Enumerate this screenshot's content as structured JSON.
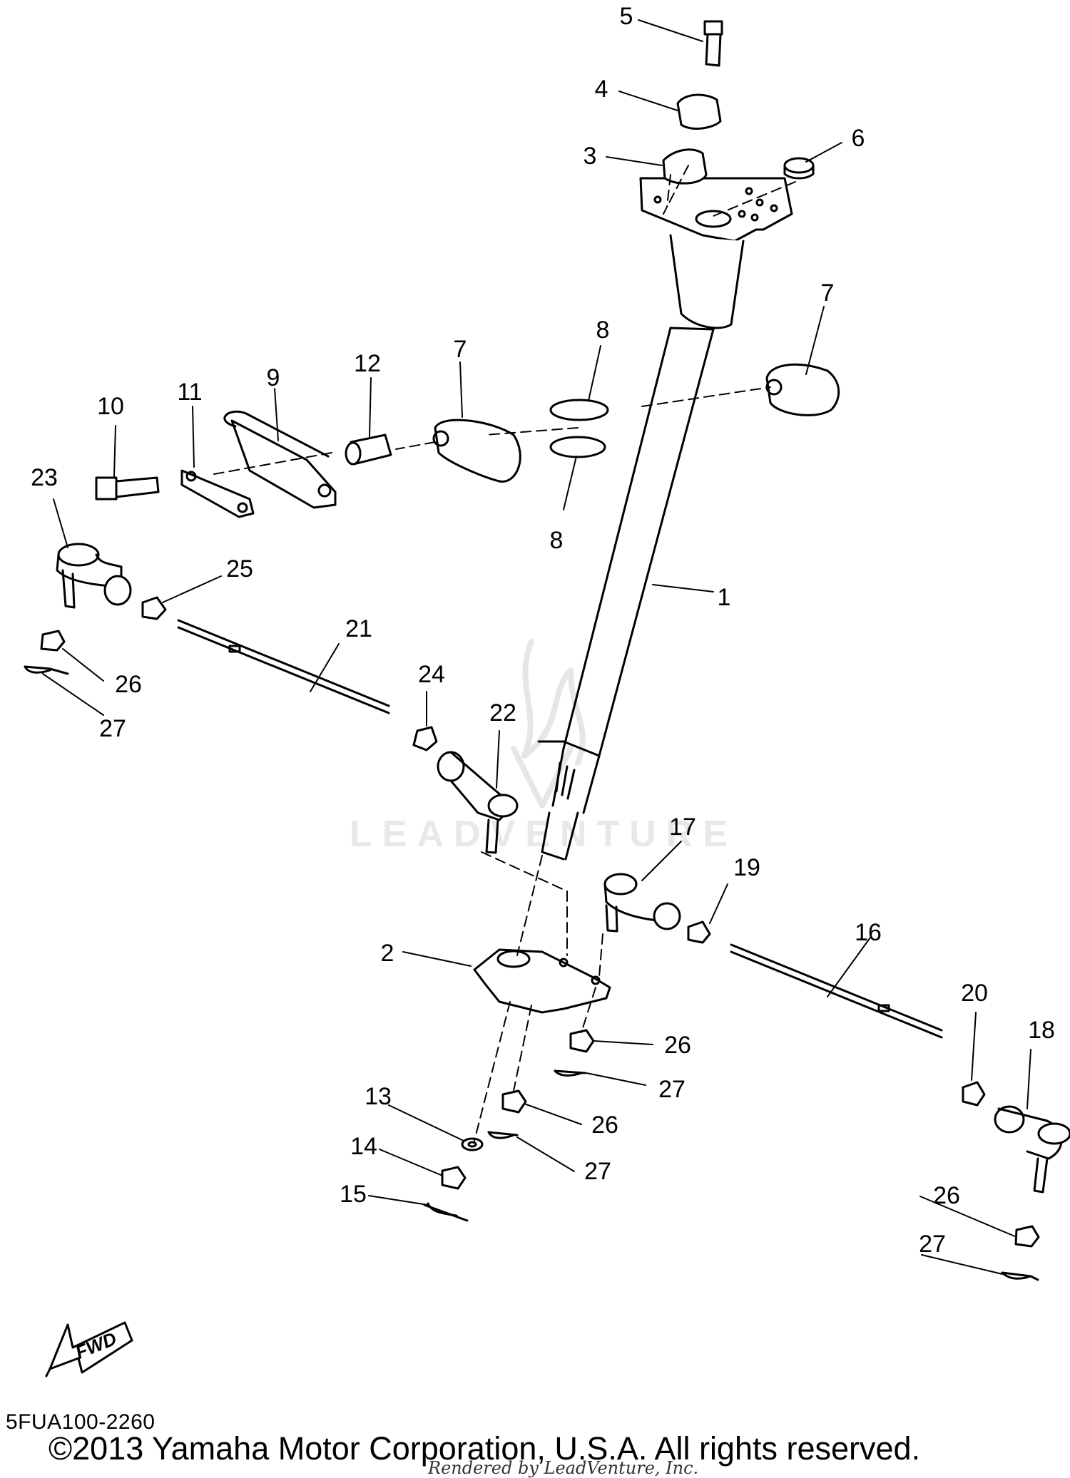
{
  "diagram": {
    "watermark": "LEADVENTURE",
    "fwd_label": "FWD",
    "part_code": "5FUA100-2260",
    "copyright": "©2013 Yamaha Motor Corporation, U.S.A. All rights reserved.",
    "rendered_by": "Rendered by LeadVenture, Inc."
  },
  "callouts": [
    "5",
    "4",
    "3",
    "6",
    "7",
    "8",
    "1",
    "7",
    "8",
    "12",
    "9",
    "11",
    "10",
    "23",
    "25",
    "21",
    "26",
    "27",
    "24",
    "22",
    "17",
    "19",
    "16",
    "2",
    "20",
    "18",
    "26",
    "27",
    "13",
    "26",
    "27",
    "14",
    "15",
    "26",
    "27"
  ]
}
